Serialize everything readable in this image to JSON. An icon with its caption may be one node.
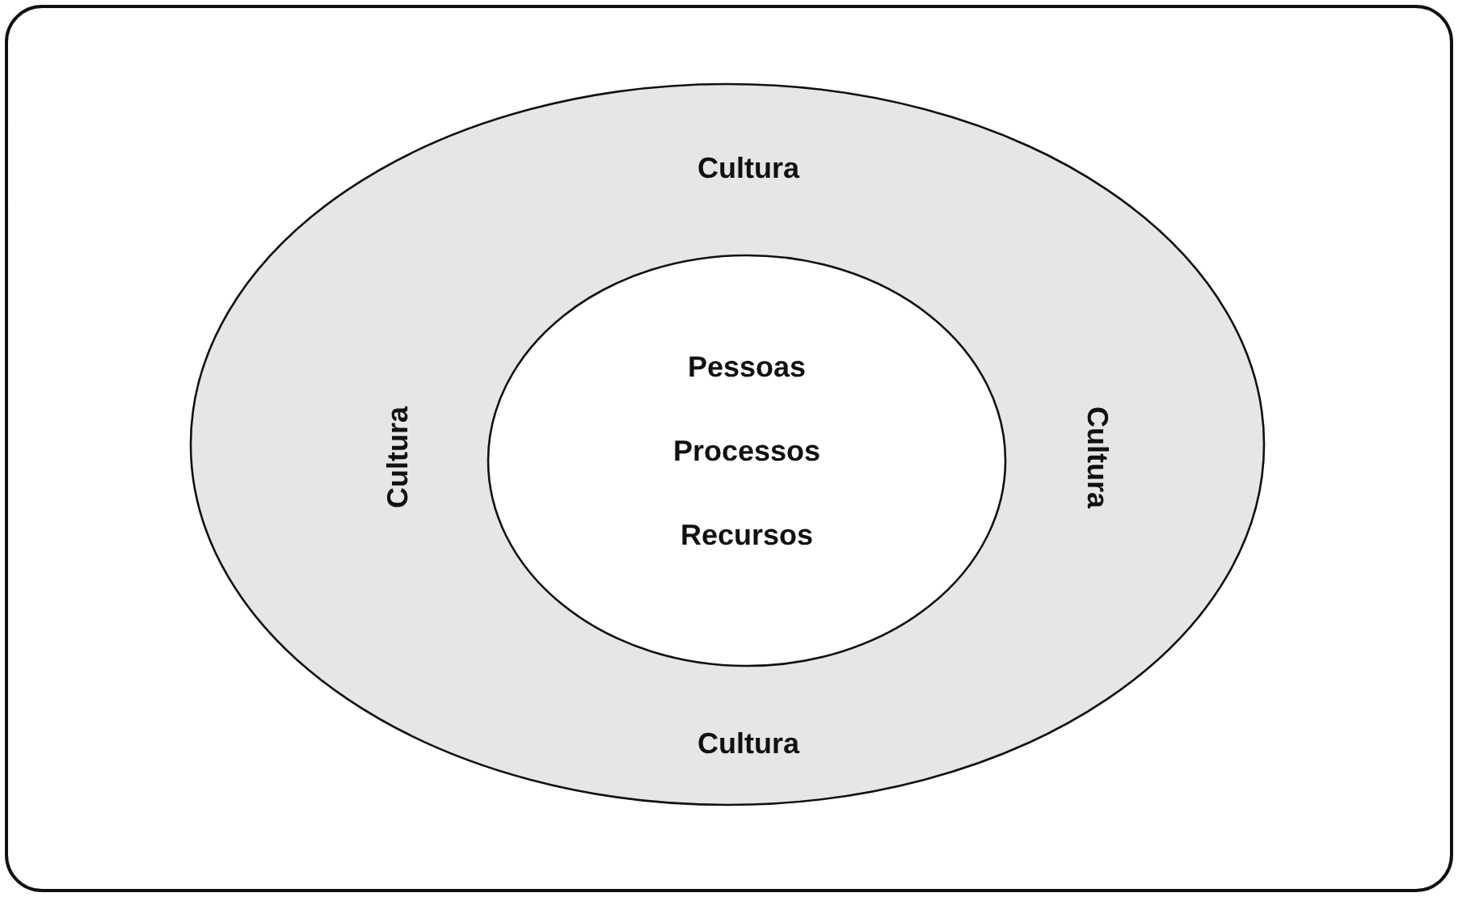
{
  "diagram": {
    "nodes": [
      {
        "text": [
          "Cultura",
          "Cultura",
          "Cultura",
          "Cultura"
        ]
      },
      {
        "text": [
          "Pessoas",
          "Processos",
          "Recursos"
        ],
        "in": 0
      }
    ]
  }
}
